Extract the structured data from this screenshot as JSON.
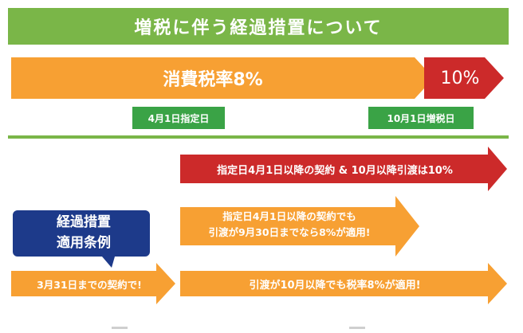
{
  "title": "増税に伴う経過措置について",
  "timeline": {
    "current_rate": "消費税率8%",
    "new_rate": "10%",
    "start_date": "4月1日指定日",
    "increase_date": "10月1日増税日"
  },
  "cases": {
    "row1": "指定日4月1日以降の契約 & 10月以降引渡は10%",
    "row2_line1": "指定日4月1日以降の契約でも",
    "row2_line2": "引渡が9月30日までなら8%が適用!",
    "row3_left": "3月31日までの契約で!",
    "row3_right": "引渡が10月以降でも税率8%が適用!"
  },
  "callout": {
    "line1": "経過措置",
    "line2": "適用条例"
  },
  "colors": {
    "green": "#7ab648",
    "tag_green": "#3aa346",
    "orange": "#f7a033",
    "red": "#cc2a2a",
    "navy": "#1d3a8a"
  }
}
